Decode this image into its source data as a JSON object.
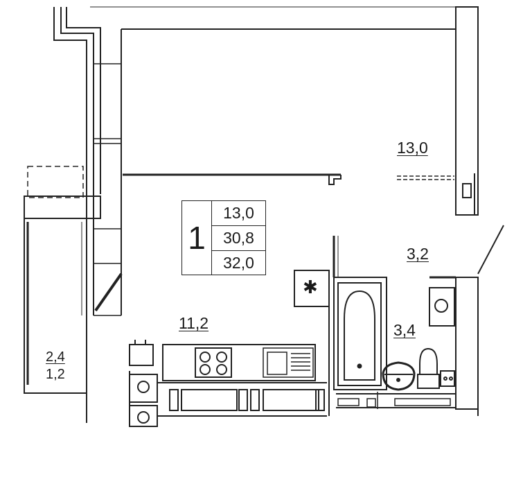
{
  "legend": {
    "room_count": "1",
    "living_area": "13,0",
    "total_area": "30,8",
    "total_area_with_balcony": "32,0"
  },
  "rooms": {
    "living_room": "13,0",
    "hallway": "3,2",
    "bathroom": "3,4",
    "kitchen": "11,2",
    "balcony_area": "2,4",
    "balcony_reduced_area": "1,2"
  },
  "symbols": {
    "ventilation_shaft": "✱"
  },
  "icons": [
    "stove-icon",
    "sink-icon",
    "bathtub-icon",
    "toilet-icon",
    "washbasin-icon",
    "washing-machine-icon",
    "door-icon",
    "window-icon"
  ],
  "colors": {
    "lines": "#222222",
    "background": "#ffffff"
  }
}
